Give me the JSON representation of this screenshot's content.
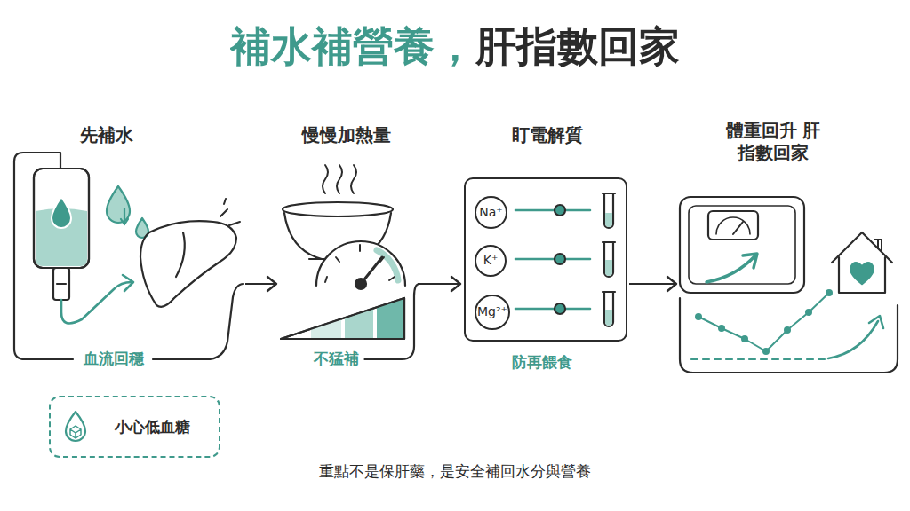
{
  "diagram": {
    "title": "補水補營養，肝指數回家",
    "caption": "重點不是保肝藥，是安全補回水分與營養",
    "nodes": [
      {
        "text": [
          "先補水",
          "血流回穩"
        ]
      },
      {
        "text": [
          "慢慢加熱量",
          "不猛補"
        ]
      },
      {
        "text": [
          "盯電解質",
          "防再餵食"
        ]
      },
      {
        "text": [
          "體重回升 肝指數回家"
        ]
      },
      {
        "text": [
          "小心低血糖"
        ]
      },
      {
        "text": [
          "Na⁺"
        ],
        "in": 2
      },
      {
        "text": [
          "K⁺"
        ],
        "in": 2
      },
      {
        "text": [
          "Mg²⁺"
        ],
        "in": 2
      }
    ],
    "edges": [
      {
        "from": 0,
        "to": 1,
        "arrow": "to"
      },
      {
        "from": 1,
        "to": 2,
        "arrow": "to"
      },
      {
        "from": 2,
        "to": 3,
        "arrow": "to"
      }
    ]
  }
}
